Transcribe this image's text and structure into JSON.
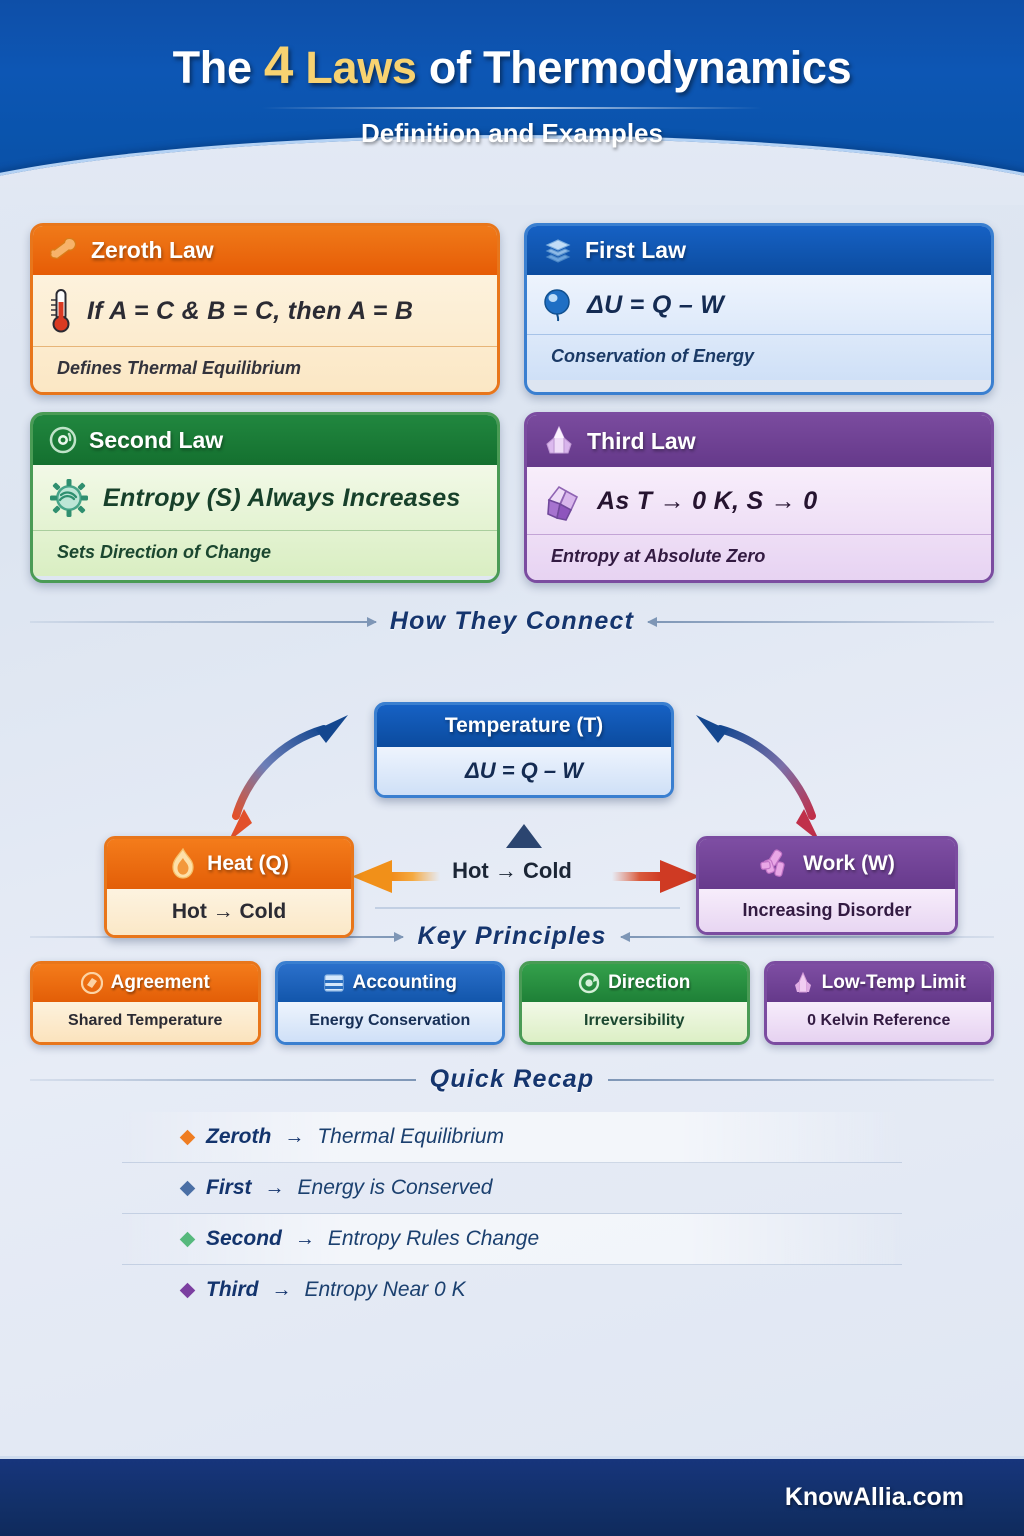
{
  "header": {
    "title_pre": "The",
    "title_num": "4",
    "title_laws": "Laws",
    "title_mid": "of",
    "title_post": "Thermodynamics",
    "subtitle": "Definition and Examples"
  },
  "laws": [
    {
      "id": "zeroth",
      "title": "Zeroth Law",
      "icon": "bone-icon",
      "formula": "If A = C & B = C, then A = B",
      "formula_icon": "thermometer-icon",
      "subtitle": "Defines Thermal Equilibrium",
      "accent": "#e8761b"
    },
    {
      "id": "first",
      "title": "First Law",
      "icon": "stack-icon",
      "formula": "ΔU = Q – W",
      "formula_icon": "droplet-icon",
      "subtitle": "Conservation of Energy",
      "accent": "#1661c4"
    },
    {
      "id": "second",
      "title": "Second Law",
      "icon": "recycle-circle-icon",
      "formula": "Entropy (S) Always Increases",
      "formula_icon": "gear-swirl-icon",
      "subtitle": "Sets Direction of Change",
      "accent": "#21873f"
    },
    {
      "id": "third",
      "title": "Third Law",
      "icon": "crystal-icon",
      "formula": "As T → 0 K, S → 0",
      "formula_icon": "gem-icon",
      "subtitle": "Entropy at Absolute Zero",
      "accent": "#7a4b9e"
    }
  ],
  "connect": {
    "section_title": "How They Connect",
    "nodes": [
      {
        "id": "temperature",
        "title": "Temperature (T)",
        "body": "ΔU = Q – W",
        "icon": "",
        "accent": "#1661c4"
      },
      {
        "id": "heat",
        "title": "Heat (Q)",
        "body": "Hot → Cold",
        "icon": "flame-icon",
        "accent": "#f47c1b"
      },
      {
        "id": "work",
        "title": "Work (W)",
        "body": "Increasing Disorder",
        "icon": "wrench-cross-icon",
        "accent": "#7e4ea3"
      }
    ],
    "middle_label": "Hot → Cold"
  },
  "key_principles": {
    "section_title": "Key Principles",
    "items": [
      {
        "title": "Agreement",
        "subtitle": "Shared Temperature",
        "icon": "handshake-circle-icon",
        "color": "kp-o"
      },
      {
        "title": "Accounting",
        "subtitle": "Energy Conservation",
        "icon": "ledger-icon",
        "color": "kp-b"
      },
      {
        "title": "Direction",
        "subtitle": "Irreversibility",
        "icon": "arrow-circle-icon",
        "color": "kp-g"
      },
      {
        "title": "Low-Temp Limit",
        "subtitle": "0 Kelvin Reference",
        "icon": "crystal-shard-icon",
        "color": "kp-p"
      }
    ]
  },
  "recap": {
    "section_title": "Quick Recap",
    "items": [
      {
        "term": "Zeroth",
        "arrow": "→",
        "desc": "Thermal Equilibrium",
        "bullet_color": "#ef7d22"
      },
      {
        "term": "First",
        "arrow": "→",
        "desc": "Energy is Conserved",
        "bullet_color": "#4a6fa5"
      },
      {
        "term": "Second",
        "arrow": "→",
        "desc": "Entropy Rules Change",
        "bullet_color": "#56b97d"
      },
      {
        "term": "Third",
        "arrow": "→",
        "desc": "Entropy Near 0 K",
        "bullet_color": "#7b3fa0"
      }
    ]
  },
  "footer": {
    "site": "KnowAllia.com"
  }
}
